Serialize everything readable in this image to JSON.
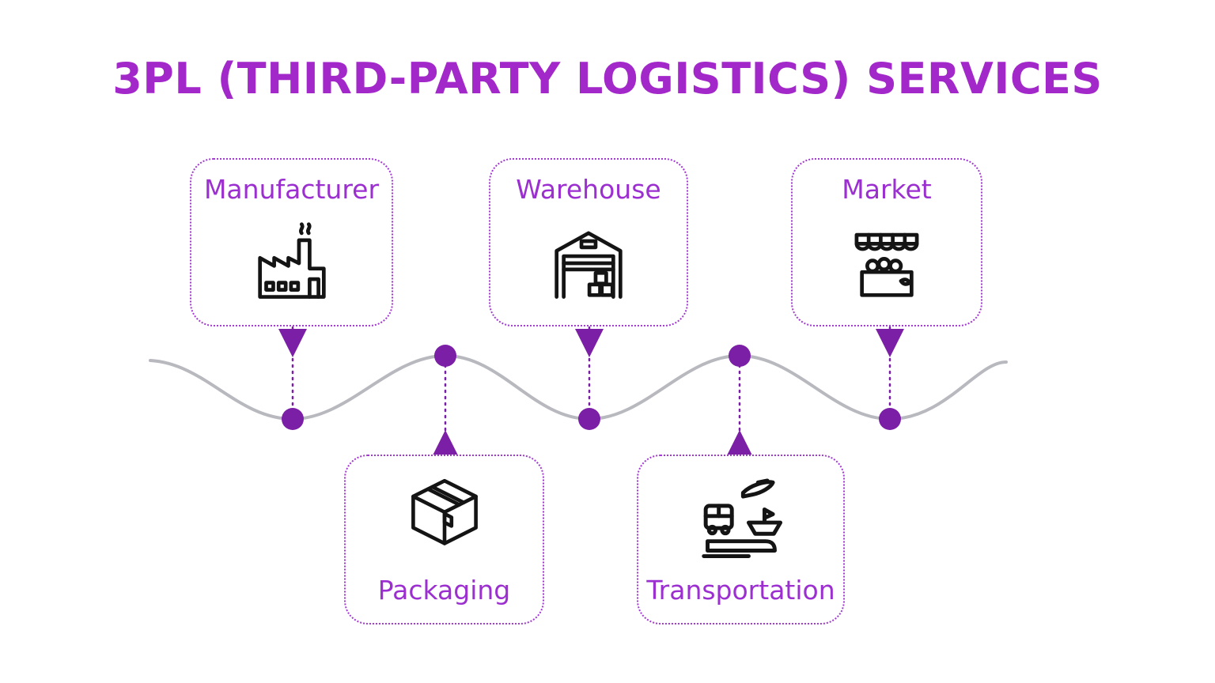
{
  "title": "3PL (Third-Party Logistics) Services",
  "nodes": [
    {
      "label": "Manufacturer",
      "icon": "factory-icon",
      "position": "top"
    },
    {
      "label": "Packaging",
      "icon": "box-icon",
      "position": "bottom"
    },
    {
      "label": "Warehouse",
      "icon": "warehouse-icon",
      "position": "top"
    },
    {
      "label": "Transportation",
      "icon": "transport-icon",
      "position": "bottom"
    },
    {
      "label": "Market",
      "icon": "market-stall-icon",
      "position": "top"
    }
  ],
  "colors": {
    "title_text": "#A228C9",
    "label_text": "#9B2FD0",
    "marker": "#7A1FA6",
    "wave_line": "#B8B8BF",
    "box_border": "#A33BD1",
    "icon_stroke": "#141414",
    "background": "#FFFFFF"
  }
}
